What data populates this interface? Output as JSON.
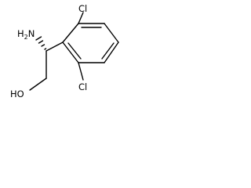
{
  "structure": {
    "labels": {
      "amine": "H",
      "amine_sub": "2",
      "amine_n": "N",
      "cl_top": "Cl",
      "cl_bottom": "Cl",
      "hydroxyl": "HO"
    }
  }
}
